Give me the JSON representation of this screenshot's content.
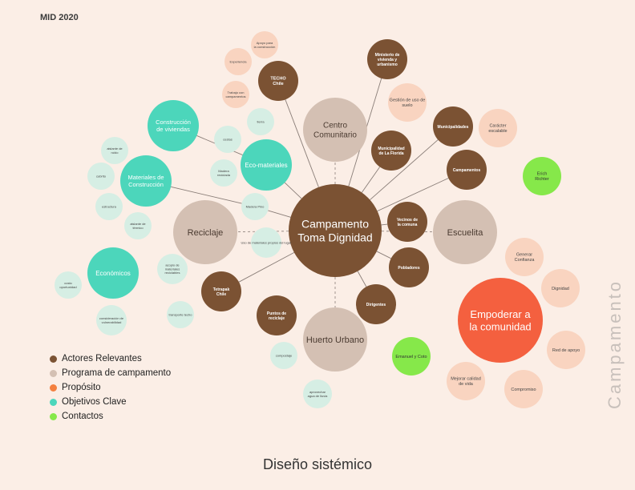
{
  "header": {
    "title": "MID 2020"
  },
  "side_label": "Campamento",
  "footer": {
    "title": "Diseño sistémico"
  },
  "colors": {
    "actor": "#7b5233",
    "program": "#d4c0b3",
    "purpose": "#f4603f",
    "key": "#4cd6bb",
    "contact": "#86e84a",
    "leaf_orange": "#f9d4c0",
    "leaf_teal": "#d6eee4",
    "line": "#8a7e78"
  },
  "legend": [
    {
      "label": "Actores Relevantes",
      "color": "#7b5233"
    },
    {
      "label": "Programa de campamento",
      "color": "#d4c0b3"
    },
    {
      "label": "Propósito",
      "color": "#f4803f"
    },
    {
      "label": "Objetivos Clave",
      "color": "#4cd6bb"
    },
    {
      "label": "Contactos",
      "color": "#86e84a"
    }
  ],
  "nodes": {
    "central": "Campamento Toma Dignidad",
    "centro_comunitario": "Centro Comunitario",
    "escuelita": "Escuelita",
    "reciclaje": "Reciclaje",
    "huerto_urbano": "Huerto Urbano",
    "techo_chile": "TECHO Chile",
    "ministerio": "Ministerio de vivienda y urbanismo",
    "municipalidad_florida": "Municipalidad de La Florida",
    "municipalidades": "Municipalidades",
    "campamentos": "Campamentos",
    "vecinos": "Vecinos de la comuna",
    "pobladores": "Pobladores",
    "dirigentes": "Dirigentes",
    "puntos_reciclaje": "Puntos de reciclaje",
    "tetrapak": "Tetrapak Chile",
    "construccion_viviendas": "Construcción de viviendas",
    "eco_materiales": "Eco-materiales",
    "materiales_construccion": "Materiales de Construcción",
    "economicos": "Económicos",
    "empoderar": "Empoderar a la comunidad",
    "erich": "Erich Richter",
    "emanuel": "Emanuel y Coto",
    "apoyo_construccion": "Apoyo para la construcción",
    "experiencia": "Experiencia",
    "trabajo_campamentos": "Trabajo con campamentos",
    "gestion_suelo": "Gestión de uso de suelo",
    "caracter_escalable": "Carácter escalable",
    "generar_confianza": "Generar Confianza",
    "dignidad": "Dignidad",
    "red_apoyo": "Red de apoyo",
    "compromiso": "Compromiso",
    "mejorar_calidad": "Mejorar calidad de vida",
    "tierra": "tierra",
    "cestas": "cestas",
    "madera_reciclada": "Madera reciclada",
    "madera_pino": "Madera Pino",
    "uso_materiales": "Uso de materiales propios del lugar",
    "aislante_ruido": "aislante de ruido",
    "cubrito": "cubrito",
    "estructura": "estructura",
    "aislante_termico": "aislante de térmico",
    "costo_oportunidad": "costo oportunidad",
    "acopio": "acopio de materiales reciclables",
    "consideracion": "consideración de vulnerabilidad",
    "transporte": "transporte techo",
    "compostaje": "compostaje",
    "aprovechar": "aprovechar agua de lluvia"
  }
}
